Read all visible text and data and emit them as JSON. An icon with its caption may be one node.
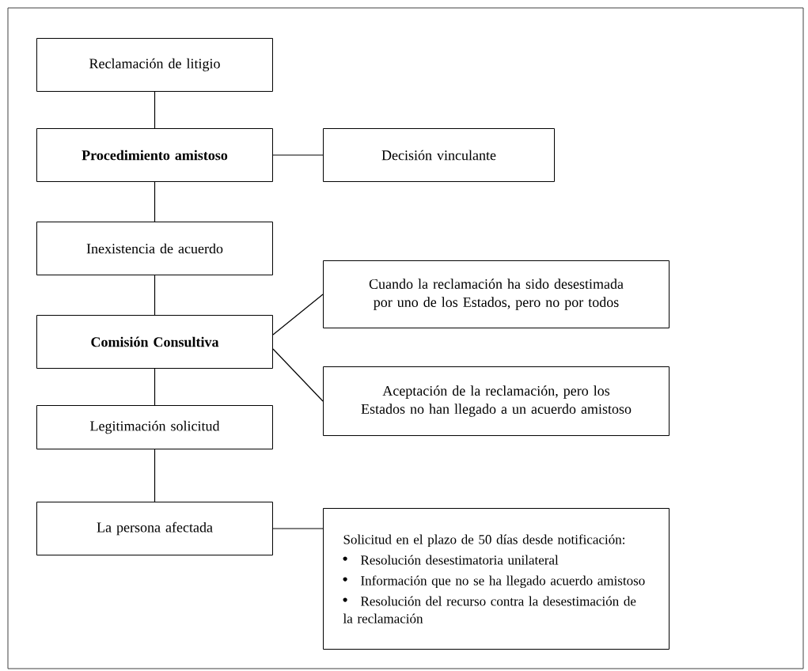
{
  "diagram": {
    "nodes": [
      {
        "text": [
          "Reclamación de litigio"
        ]
      },
      {
        "text": [
          "Procedimiento amistoso"
        ]
      },
      {
        "text": [
          "Decisión vinculante"
        ]
      },
      {
        "text": [
          "Inexistencia de acuerdo"
        ]
      },
      {
        "text": [
          "Cuando la reclamación ha sido desestimada por uno de los Estados, pero no por todos"
        ]
      },
      {
        "text": [
          "Comisión Consultiva"
        ]
      },
      {
        "text": [
          "Aceptación de la reclamación, pero los Estados no han llegado a un acuerdo amistoso"
        ]
      },
      {
        "text": [
          "Legitimación solicitud"
        ]
      },
      {
        "text": [
          "La persona afectada"
        ]
      },
      {
        "text": [
          "Solicitud en el plazo de 50 días desde notificación:",
          "Resolución desestimatoria unilateral",
          "Información que no se ha llegado acuerdo amistoso",
          "Resolución del recurso contra la desestimación de la reclamación"
        ]
      }
    ],
    "edges": [
      {
        "from": 0,
        "to": 1,
        "arrow": "none"
      },
      {
        "from": 1,
        "to": 2,
        "arrow": "none"
      },
      {
        "from": 1,
        "to": 3,
        "arrow": "none"
      },
      {
        "from": 3,
        "to": 5,
        "arrow": "none"
      },
      {
        "from": 5,
        "to": 4,
        "arrow": "none"
      },
      {
        "from": 5,
        "to": 6,
        "arrow": "none"
      },
      {
        "from": 5,
        "to": 7,
        "arrow": "none"
      },
      {
        "from": 7,
        "to": 8,
        "arrow": "none"
      },
      {
        "from": 8,
        "to": 9,
        "arrow": "none"
      }
    ]
  }
}
